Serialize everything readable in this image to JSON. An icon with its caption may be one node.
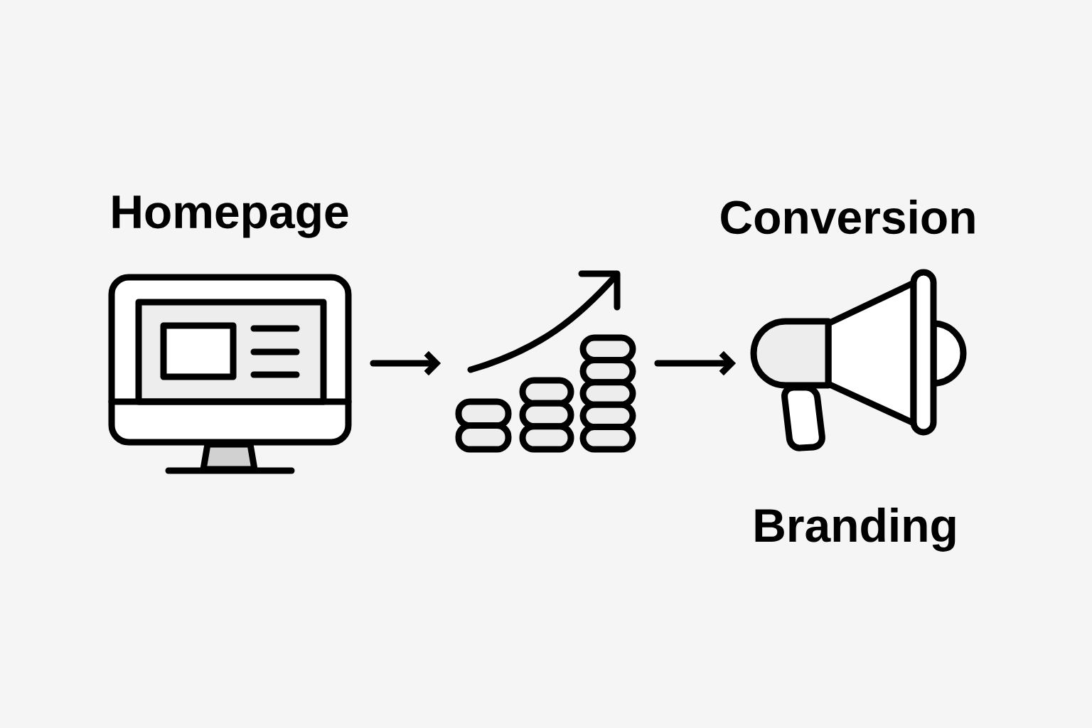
{
  "diagram": {
    "nodes": [
      {
        "text": [
          "Homepage"
        ]
      },
      {
        "text": [],
        "shape": "picture"
      },
      {
        "text": [
          "Conversion",
          "Branding"
        ]
      }
    ],
    "edges": [
      {
        "from": 0,
        "to": 1,
        "arrow": "to"
      },
      {
        "from": 1,
        "to": 2,
        "arrow": "to"
      }
    ]
  }
}
